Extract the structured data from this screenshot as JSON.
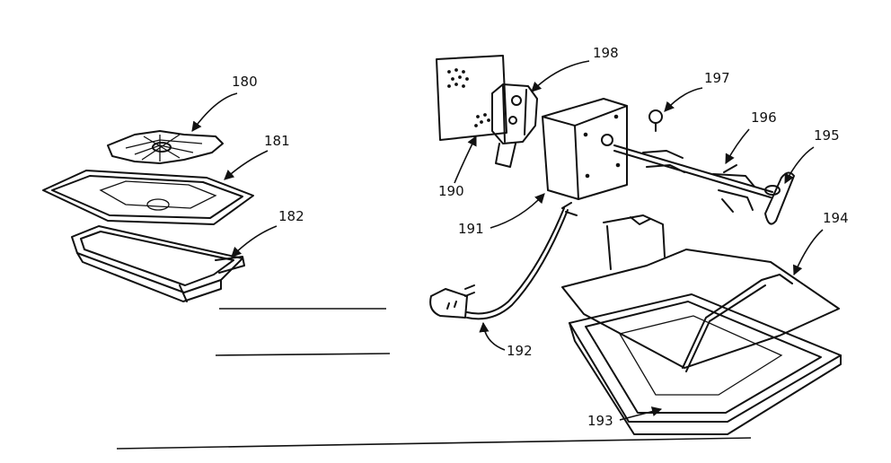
{
  "diagram": {
    "labels": {
      "p180": "180",
      "p181": "181",
      "p182": "182",
      "p190": "190",
      "p191": "191",
      "p192": "192",
      "p193": "193",
      "p194": "194",
      "p195": "195",
      "p196": "196",
      "p197": "197",
      "p198": "198"
    }
  }
}
